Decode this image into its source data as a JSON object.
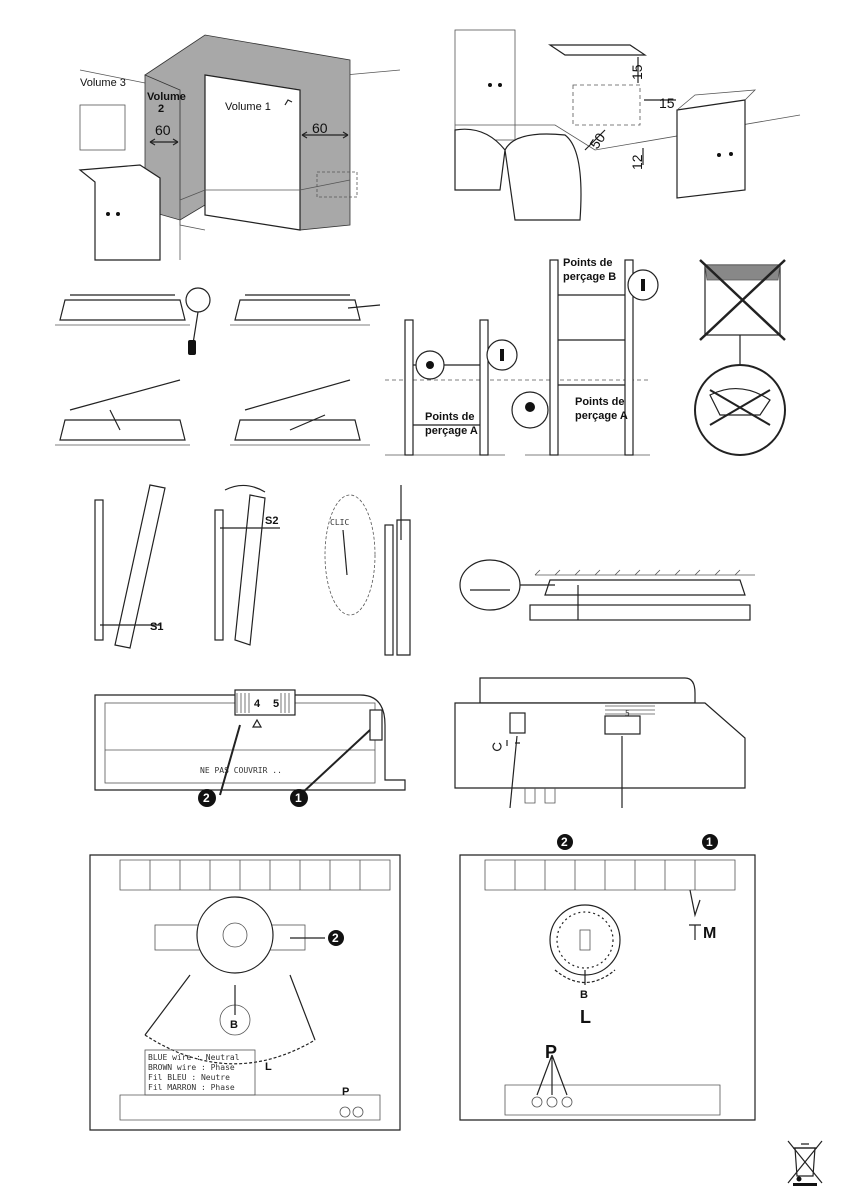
{
  "bathroom": {
    "volume3": "Volume 3",
    "volume2_a": "Volume",
    "volume2_b": "2",
    "volume1": "Volume 1",
    "dim_left": "60",
    "dim_right": "60"
  },
  "clearance": {
    "d15_top": "15",
    "d15_side": "15",
    "d50": "50",
    "d12": "12"
  },
  "drilling": {
    "points_b_1": "Points de",
    "points_b_2": "perçage B",
    "points_a_left_1": "Points de",
    "points_a_left_2": "perçage A",
    "points_a_right_1": "Points de",
    "points_a_right_2": "perçage A"
  },
  "mounting": {
    "s1": "S1",
    "s2": "S2",
    "clic": "CLIC"
  },
  "control": {
    "dial_4": "4",
    "dial_5": "5",
    "warning": "NE PAS COUVRIR ..",
    "badge_1": "1",
    "badge_2": "2",
    "dial_right_5": "5"
  },
  "wiring": {
    "badge_2": "2",
    "label_b": "B",
    "label_l": "L",
    "label_p": "P",
    "wire_1": "BLUE wire : Neutral",
    "wire_2": "BROWN wire : Phase",
    "wire_3": "Fil BLEU : Neutre",
    "wire_4": "Fil MARRON : Phase"
  },
  "wiring_right": {
    "badge_2": "2",
    "badge_1": "1",
    "label_m": "M",
    "label_b": "B",
    "label_l": "L",
    "label_p": "P"
  },
  "icons": {
    "weee": "crossed-out-wheelie-bin-icon"
  }
}
